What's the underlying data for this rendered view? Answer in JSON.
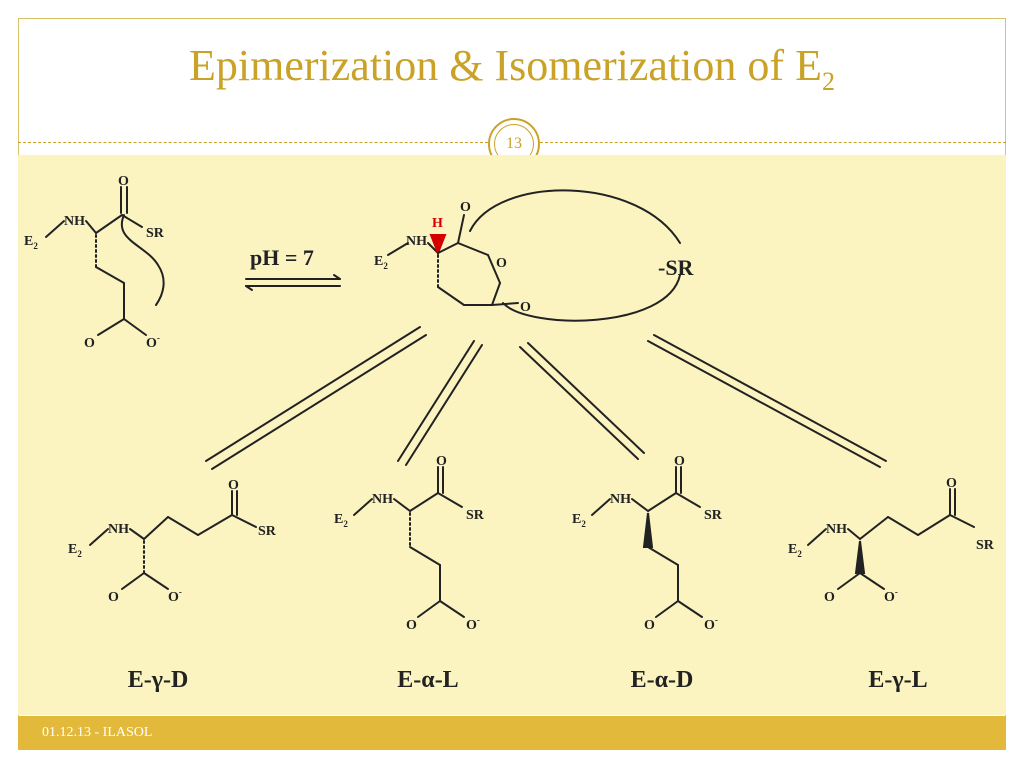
{
  "slide": {
    "title_main": "Epimerization & Isomerization of E",
    "title_sub": "2",
    "page_number": "13",
    "footer": "01.12.13 - ILASOL"
  },
  "diagram": {
    "condition": "pH = 7",
    "thiolate": "-SR",
    "labels": {
      "e2": "E",
      "e2_sub": "2",
      "nh": "NH",
      "sr": "SR",
      "o": "O",
      "o_minus": "O",
      "h": "H"
    },
    "products": [
      "E-γ-D",
      "E-α-L",
      "E-α-D",
      "E-γ-L"
    ],
    "colors": {
      "accent": "#c9a227",
      "panel": "#fbf3c0",
      "footer": "#e3b93b",
      "stereo_h": "#d40000"
    }
  }
}
